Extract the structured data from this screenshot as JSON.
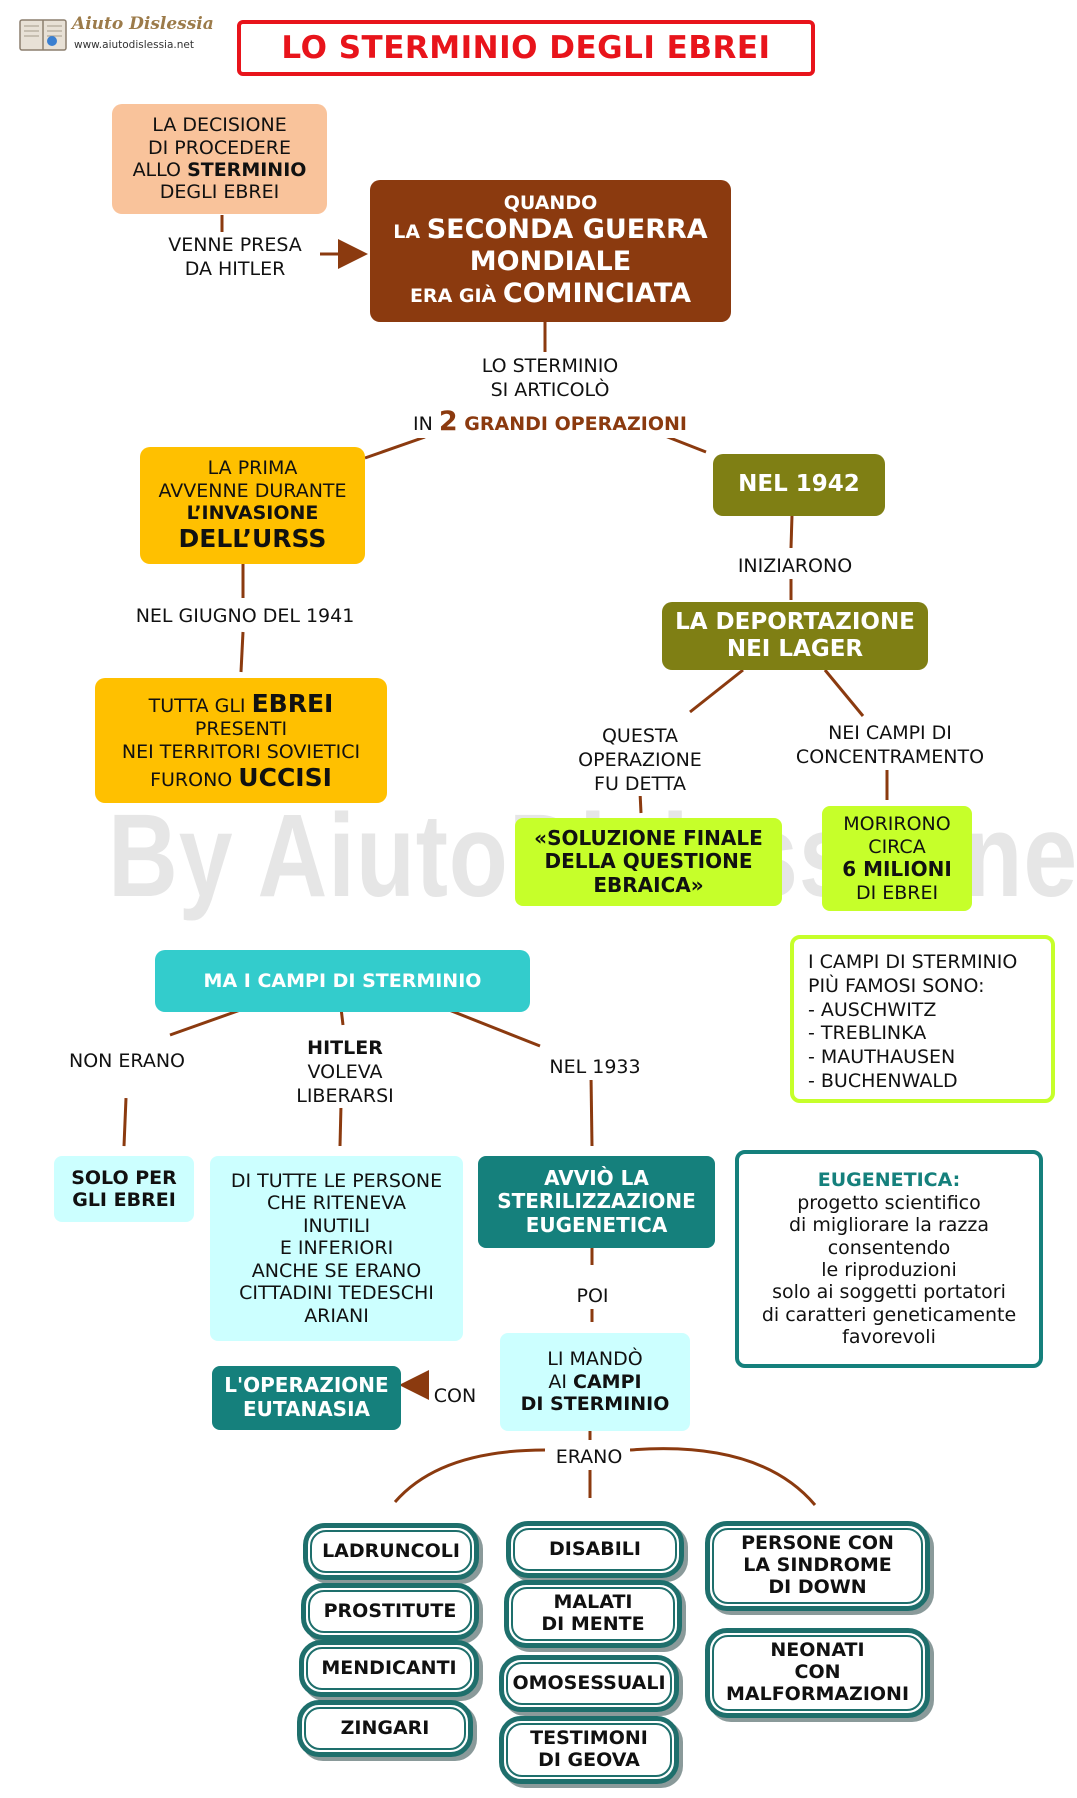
{
  "logo": {
    "name": "Aiuto Dislessia",
    "url": "www.aiutodislessia.net"
  },
  "title": "LO STERMINIO DEGLI EBREI",
  "watermark": "By AiutoDislessia.net",
  "decision": {
    "l1": "LA DECISIONE",
    "l2": "DI PROCEDERE",
    "l3a": "ALLO ",
    "l3b": "STERMINIO",
    "l4": "DEGLI EBREI"
  },
  "decision_link": {
    "l1": "VENNE PRESA",
    "l2": "DA HITLER"
  },
  "war": {
    "l1": "QUANDO",
    "l2a": "LA ",
    "l2b": "SECONDA GUERRA",
    "l3": "MONDIALE",
    "l4a": "ERA GIÀ ",
    "l4b": "COMINCIATA"
  },
  "articulated": {
    "l1": "LO STERMINIO",
    "l2": "SI ARTICOLÒ",
    "l3a": "IN ",
    "l3b": "2",
    "l3c": " GRANDI OPERAZIONI"
  },
  "first": {
    "l1": "LA PRIMA",
    "l2": "AVVENNE DURANTE",
    "l3": "L’INVASIONE",
    "l4": "DELL’URSS"
  },
  "june_label": "NEL GIUGNO DEL 1941",
  "killed": {
    "l1a": "TUTTA GLI ",
    "l1b": "EBREI",
    "l2": "PRESENTI",
    "l3": "NEI TERRITORI SOVIETICI",
    "l4a": "FURONO ",
    "l4b": "UCCISI"
  },
  "y1942": "NEL 1942",
  "began_label": "INIZIARONO",
  "deportation": {
    "l1": "LA DEPORTAZIONE",
    "l2": "NEI LAGER"
  },
  "called_label": {
    "l1": "QUESTA",
    "l2": "OPERAZIONE",
    "l3": "FU DETTA"
  },
  "concentration_label": {
    "l1": "NEI CAMPI DI",
    "l2": "CONCENTRAMENTO"
  },
  "final_solution": {
    "l1": "«SOLUZIONE FINALE",
    "l2": "DELLA QUESTIONE",
    "l3": "EBRAICA»"
  },
  "died": {
    "l1": "MORIRONO",
    "l2": "CIRCA",
    "l3": "6 MILIONI",
    "l4": "DI EBREI"
  },
  "famous_camps": {
    "l1": "I CAMPI DI STERMINIO",
    "l2": "PIÙ FAMOSI SONO:",
    "items": [
      "- AUSCHWITZ",
      "- TREBLINKA",
      "- MAUTHAUSEN",
      "- BUCHENWALD"
    ]
  },
  "extermination_camps": "MA I CAMPI DI STERMINIO",
  "not_label": "NON ERANO",
  "hitler_label": {
    "l1": "HITLER",
    "l2": "VOLEVA",
    "l3": "LIBERARSI"
  },
  "y1933_label": "NEL 1933",
  "only_jews": {
    "l1": "SOLO PER",
    "l2": "GLI EBREI"
  },
  "persons": {
    "l1": "DI TUTTE LE PERSONE",
    "l2": "CHE RITENEVA",
    "l3": "INUTILI",
    "l4": "E INFERIORI",
    "l5": "ANCHE SE ERANO",
    "l6": "CITTADINI TEDESCHI",
    "l7": "ARIANI"
  },
  "sterilization": {
    "l1": "AVVIÒ LA",
    "l2": "STERILIZZAZIONE",
    "l3": "EUGENETICA"
  },
  "eugenics": {
    "l1": "EUGENETICA:",
    "l2": "progetto scientifico",
    "l3": "di migliorare la razza",
    "l4": "consentendo",
    "l5": "le riproduzioni",
    "l6": "solo ai soggetti portatori",
    "l7": "di caratteri geneticamente",
    "l8": "favorevoli"
  },
  "poi_label": "POI",
  "sent": {
    "l1": "LI MANDÒ",
    "l2a": "AI ",
    "l2b": "CAMPI",
    "l3": "DI STERMINIO"
  },
  "con_label": "CON",
  "euthanasia": {
    "l1": "L'OPERAZIONE",
    "l2": "EUTANASIA"
  },
  "erano_label": "ERANO",
  "victims": {
    "col1": [
      "LADRUNCOLI",
      "PROSTITUTE",
      "MENDICANTI",
      "ZINGARI"
    ],
    "col2": [
      [
        "DISABILI"
      ],
      [
        "MALATI",
        "DI MENTE"
      ],
      [
        "OMOSESSUALI"
      ],
      [
        "TESTIMONI",
        "DI GEOVA"
      ]
    ],
    "col3": [
      [
        "PERSONE CON",
        "LA SINDROME",
        "DI DOWN"
      ],
      [
        "NEONATI",
        "CON",
        "MALFORMAZIONI"
      ]
    ]
  },
  "colors": {
    "brown": "#8b3a0f",
    "amber": "#ffc000",
    "olive": "#7f7f14",
    "lime": "#c6ff2a",
    "cyan": "#33cccc",
    "teal": "#15807c",
    "peach": "#f9c39b",
    "lightcyan": "#ccffff",
    "line": "#8b3a0f",
    "title_red": "#e8141b"
  }
}
